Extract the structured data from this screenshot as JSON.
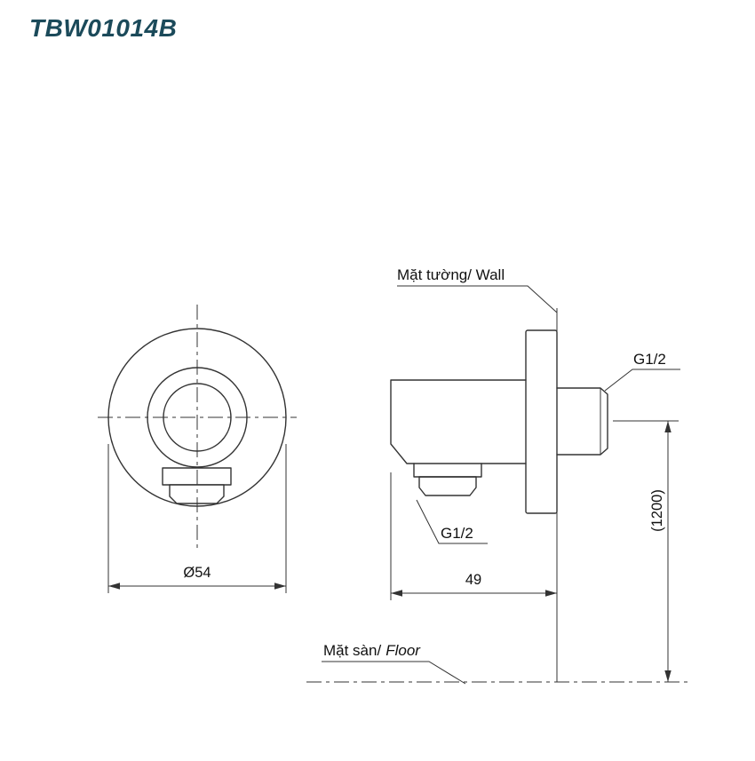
{
  "title": "TBW01014B",
  "colors": {
    "title": "#1b4a5a",
    "line": "#333333"
  },
  "labels": {
    "wall": "Mặt tường/ Wall",
    "floor_vi": "Mặt sàn/",
    "floor_en": "Floor",
    "g12_right": "G1/2",
    "g12_bottom": "G1/2"
  },
  "dimensions": {
    "diameter": "Ø54",
    "depth": "49",
    "height": "(1200)"
  }
}
